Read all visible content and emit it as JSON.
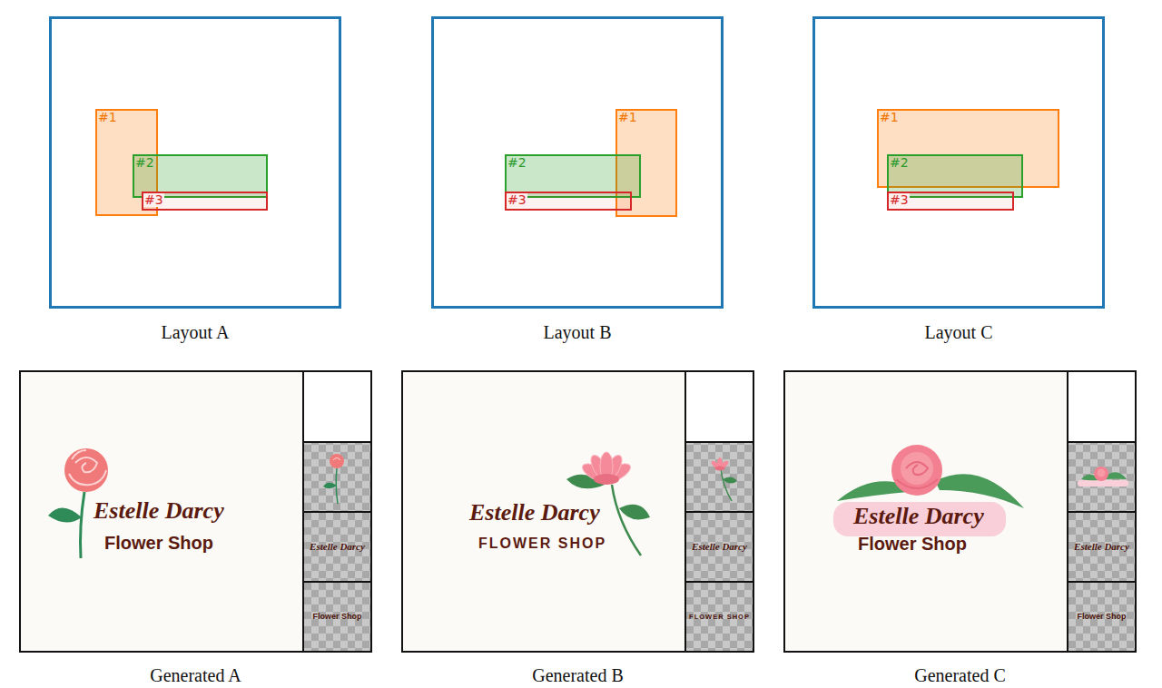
{
  "diagram": {
    "nodes": [
      {
        "text": [
          "Layout A"
        ]
      },
      {
        "text": [
          "#1"
        ],
        "in": 0
      },
      {
        "text": [
          "#2"
        ],
        "in": 0
      },
      {
        "text": [
          "#3"
        ],
        "in": 0
      },
      {
        "text": [
          "Layout B"
        ]
      },
      {
        "text": [
          "#1"
        ],
        "in": 4
      },
      {
        "text": [
          "#2"
        ],
        "in": 4
      },
      {
        "text": [
          "#3"
        ],
        "in": 4
      },
      {
        "text": [
          "Layout C"
        ]
      },
      {
        "text": [
          "#1"
        ],
        "in": 8
      },
      {
        "text": [
          "#2"
        ],
        "in": 8
      },
      {
        "text": [
          "#3"
        ],
        "in": 8
      },
      {
        "text": [
          "Generated A"
        ]
      },
      {
        "text": [
          "Estelle Darcy",
          "Flower Shop"
        ],
        "in": 12
      },
      {
        "text": [
          "Estelle Darcy"
        ],
        "in": 12
      },
      {
        "text": [
          "Flower Shop"
        ],
        "in": 12
      },
      {
        "text": [
          "Generated B"
        ]
      },
      {
        "text": [
          "Estelle Darcy",
          "FLOWER SHOP"
        ],
        "in": 16
      },
      {
        "text": [
          "Estelle Darcy"
        ],
        "in": 16
      },
      {
        "text": [
          "FLOWER SHOP"
        ],
        "in": 16
      },
      {
        "text": [
          "Generated C"
        ]
      },
      {
        "text": [
          "Estelle Darcy",
          "Flower Shop"
        ],
        "in": 20
      },
      {
        "text": [
          "Estelle Darcy"
        ],
        "in": 20
      },
      {
        "text": [
          "Flower Shop"
        ],
        "in": 20
      }
    ]
  }
}
